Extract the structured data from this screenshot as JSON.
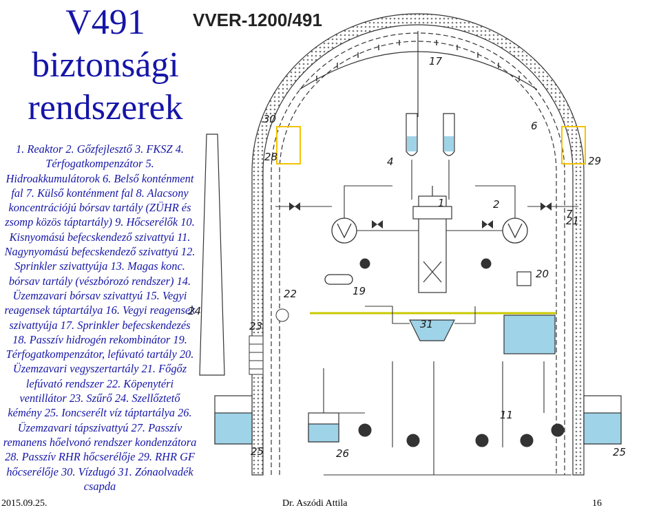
{
  "slide": {
    "title": "V491 biztonsági rendszerek",
    "legend": "1. Reaktor 2. Gőzfejlesztő 3. FKSZ 4. Térfogatkompenzátor 5. Hidroakkumulátorok 6. Belső konténment fal 7. Külső konténment fal 8. Alacsony koncentrációjú bórsav tartály (ZÜHR és zsomp közös táptartály) 9. Hőcserélők 10. Kisnyomású befecskendező szivattyú 11. Nagynyomású befecskendező szivattyú 12. Sprinkler szivattyúja 13. Magas konc. bórsav tartály (vészbórozó rendszer) 14. Üzemzavari bórsav szivattyú 15. Vegyi reagensek táptartálya 16. Vegyi reagensek szivattyúja 17. Sprinkler befecskendezés 18. Passzív hidrogén rekombinátor 19. Térfogatkompenzátor, lefúvató tartály 20. Üzemzavari vegyszertartály 21. Főgőz lefúvató rendszer 22. Köpenytéri ventillátor 23. Szűrő 24. Szellőztető kémény 25. Ioncserélt víz táptartálya 26. Üzemzavari tápszivattyú 27. Passzív remanens hőelvonó rendszer kondenzátora 28. Passzív RHR hőcserélője 29. RHR GF hőcserélője 30. Vízdugó 31. Zónaolvadék csapda"
  },
  "diagram": {
    "title": "VVER-1200/491",
    "labels": {
      "n1": "1",
      "n2": "2",
      "n4": "4",
      "n6": "6",
      "n7": "7",
      "n11": "11",
      "n17": "17",
      "n19": "19",
      "n20": "20",
      "n21": "21",
      "n22": "22",
      "n23": "23",
      "n24": "24",
      "n25a": "25",
      "n25b": "25",
      "n26": "26",
      "n28": "28",
      "n29": "29",
      "n30": "30",
      "n31": "31"
    }
  },
  "footer": {
    "date": "2015.09.25.",
    "author": "Dr. Aszódi Attila",
    "page": "16"
  },
  "colors": {
    "accent_text": "#1515a8",
    "line": "#3a3a3a",
    "water": "#9fd3e8",
    "pool_edge": "#c8c800",
    "highlight_box": "#f2c200"
  }
}
